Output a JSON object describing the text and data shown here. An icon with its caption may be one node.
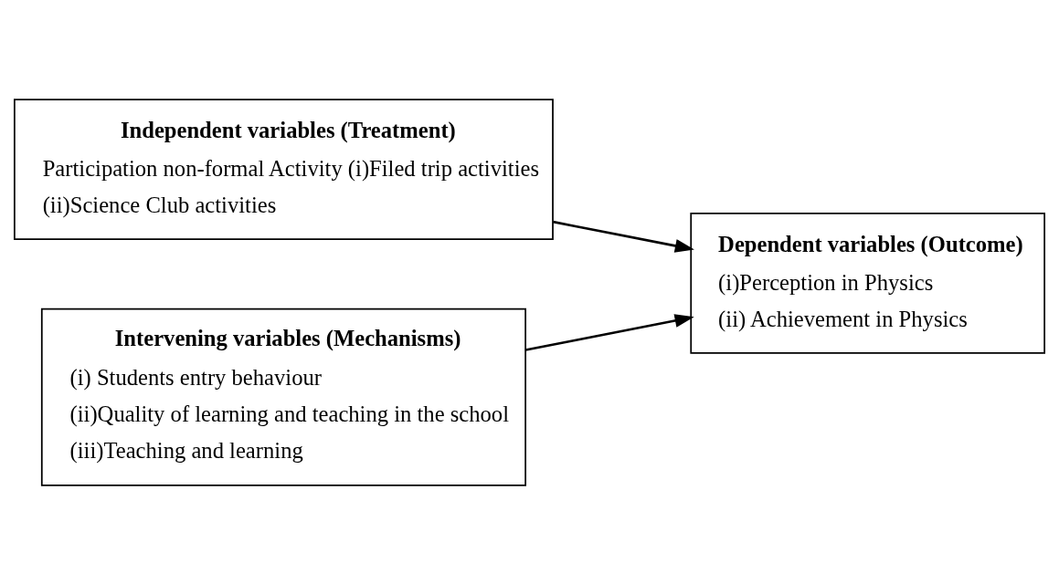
{
  "diagram": {
    "nodes": [
      {
        "text": [
          "Independent variables (Treatment)",
          "Participation non-formal Activity (i)Filed trip activities",
          "(ii)Science Club activities"
        ]
      },
      {
        "text": [
          "Intervening variables (Mechanisms)",
          "(i) Students entry behaviour",
          "(ii)Quality of learning and teaching in the school",
          "(iii)Teaching and learning"
        ]
      },
      {
        "text": [
          "Dependent variables (Outcome)",
          "(i)Perception in Physics",
          "(ii) Achievement in Physics"
        ]
      }
    ],
    "edges": [
      {
        "from": 0,
        "to": 2,
        "arrow": "to"
      },
      {
        "from": 1,
        "to": 2,
        "arrow": "to"
      }
    ]
  }
}
